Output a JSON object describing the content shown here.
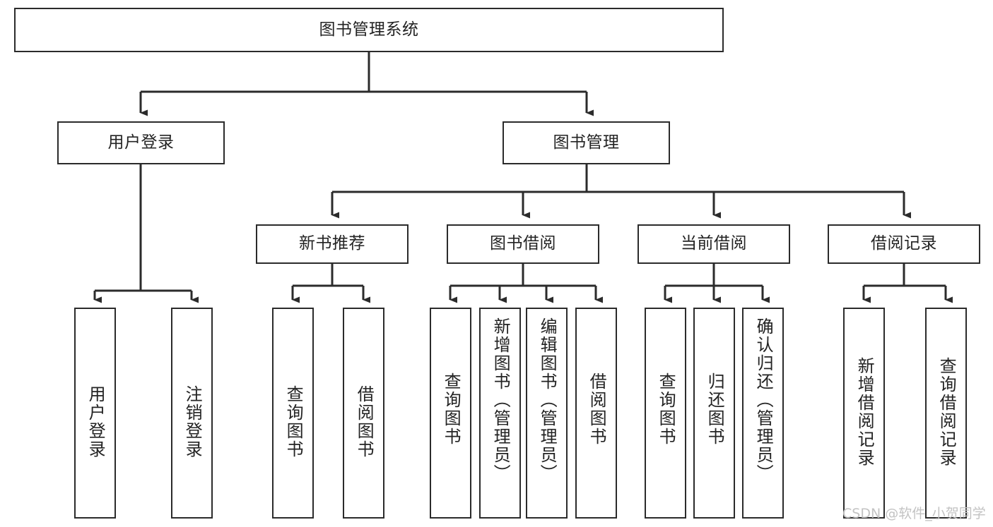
{
  "diagram": {
    "title": "图书管理系统",
    "type": "tree-hierarchy",
    "watermark": "CSDN @软件_小贺同学",
    "colors": {
      "box_border": "#2b2b2b",
      "box_fill": "#ffffff",
      "edge": "#2b2b2b",
      "text": "#232323",
      "watermark": "#c3c3c3",
      "background": "#ffffff"
    },
    "levels": {
      "root": "图书管理系统",
      "level2": [
        "用户登录",
        "图书管理"
      ],
      "level3": [
        "新书推荐",
        "图书借阅",
        "当前借阅",
        "借阅记录"
      ]
    },
    "nodes": {
      "root": {
        "label": "图书管理系统",
        "orientation": "horizontal"
      },
      "user_login": {
        "label": "用户登录",
        "orientation": "horizontal"
      },
      "book_mgmt": {
        "label": "图书管理",
        "orientation": "horizontal"
      },
      "new_book_rec": {
        "label": "新书推荐",
        "orientation": "horizontal"
      },
      "book_borrow": {
        "label": "图书借阅",
        "orientation": "horizontal"
      },
      "current_borrow": {
        "label": "当前借阅",
        "orientation": "horizontal"
      },
      "borrow_record": {
        "label": "借阅记录",
        "orientation": "horizontal"
      },
      "leaf_user_login": {
        "label": "用户登录",
        "orientation": "vertical"
      },
      "leaf_logout": {
        "label": "注销登录",
        "orientation": "vertical"
      },
      "leaf_query_book_rec": {
        "label": "查询图书",
        "orientation": "vertical"
      },
      "leaf_borrow_book_rec": {
        "label": "借阅图书",
        "orientation": "vertical"
      },
      "leaf_query_book_borrow": {
        "label": "查询图书",
        "orientation": "vertical"
      },
      "leaf_add_book": {
        "label": "新增图书（管理员）",
        "orientation": "vertical"
      },
      "leaf_edit_book": {
        "label": "编辑图书（管理员）",
        "orientation": "vertical"
      },
      "leaf_borrow_book": {
        "label": "借阅图书",
        "orientation": "vertical"
      },
      "leaf_query_book_current": {
        "label": "查询图书",
        "orientation": "vertical"
      },
      "leaf_return_book": {
        "label": "归还图书",
        "orientation": "vertical"
      },
      "leaf_confirm_return": {
        "label": "确认归还（管理员）",
        "orientation": "vertical"
      },
      "leaf_add_record": {
        "label": "新增借阅记录",
        "orientation": "vertical"
      },
      "leaf_query_record": {
        "label": "查询借阅记录",
        "orientation": "vertical"
      }
    },
    "edges": [
      {
        "from": "root",
        "to": "user_login"
      },
      {
        "from": "root",
        "to": "book_mgmt"
      },
      {
        "from": "user_login",
        "to": "leaf_user_login"
      },
      {
        "from": "user_login",
        "to": "leaf_logout"
      },
      {
        "from": "book_mgmt",
        "to": "new_book_rec"
      },
      {
        "from": "book_mgmt",
        "to": "book_borrow"
      },
      {
        "from": "book_mgmt",
        "to": "current_borrow"
      },
      {
        "from": "book_mgmt",
        "to": "borrow_record"
      },
      {
        "from": "new_book_rec",
        "to": "leaf_query_book_rec"
      },
      {
        "from": "new_book_rec",
        "to": "leaf_borrow_book_rec"
      },
      {
        "from": "book_borrow",
        "to": "leaf_query_book_borrow"
      },
      {
        "from": "book_borrow",
        "to": "leaf_add_book"
      },
      {
        "from": "book_borrow",
        "to": "leaf_edit_book"
      },
      {
        "from": "book_borrow",
        "to": "leaf_borrow_book"
      },
      {
        "from": "current_borrow",
        "to": "leaf_query_book_current"
      },
      {
        "from": "current_borrow",
        "to": "leaf_return_book"
      },
      {
        "from": "current_borrow",
        "to": "leaf_confirm_return"
      },
      {
        "from": "borrow_record",
        "to": "leaf_add_record"
      },
      {
        "from": "borrow_record",
        "to": "leaf_query_record"
      }
    ]
  }
}
